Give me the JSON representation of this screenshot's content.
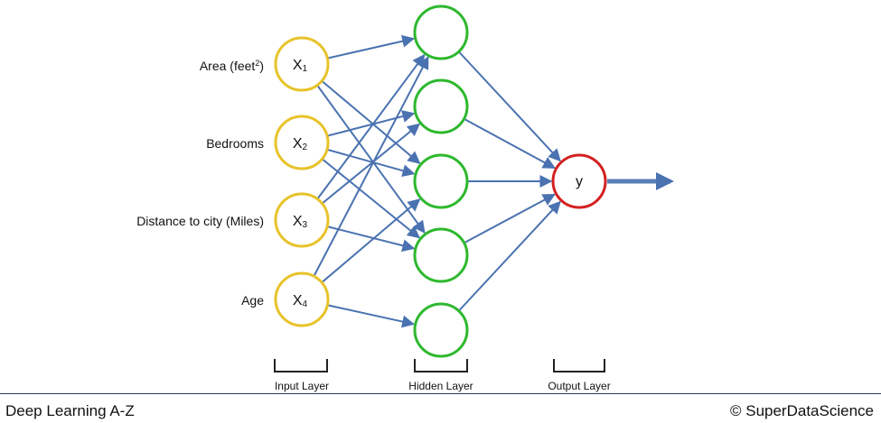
{
  "diagram": {
    "inputs": [
      {
        "name": "x1",
        "node_label": "X",
        "subscript": "1",
        "description": "Area (feet",
        "description_sup": "2",
        "description_end": ")"
      },
      {
        "name": "x2",
        "node_label": "X",
        "subscript": "2",
        "description": "Bedrooms",
        "description_sup": "",
        "description_end": ""
      },
      {
        "name": "x3",
        "node_label": "X",
        "subscript": "3",
        "description": "Distance to city (Miles)",
        "description_sup": "",
        "description_end": ""
      },
      {
        "name": "x4",
        "node_label": "X",
        "subscript": "4",
        "description": "Age",
        "description_sup": "",
        "description_end": ""
      }
    ],
    "hidden_count": 5,
    "output": {
      "label": "y"
    },
    "connections_input_hidden": [
      [
        0,
        0
      ],
      [
        0,
        3
      ],
      [
        0,
        2
      ],
      [
        1,
        1
      ],
      [
        1,
        2
      ],
      [
        1,
        3
      ],
      [
        2,
        0
      ],
      [
        2,
        1
      ],
      [
        2,
        3
      ],
      [
        3,
        0
      ],
      [
        3,
        2
      ],
      [
        3,
        4
      ]
    ],
    "connections_hidden_output": [
      0,
      1,
      2,
      3,
      4
    ],
    "layers": {
      "input": "Input Layer",
      "hidden": "Hidden Layer",
      "output": "Output Layer"
    },
    "colors": {
      "input_node": "#e8c32a",
      "hidden_node": "#2eb82e",
      "output_node": "#d42020",
      "arrow": "#4a72b0"
    }
  },
  "footer": {
    "left": "Deep Learning A-Z",
    "right": "© SuperDataScience"
  }
}
